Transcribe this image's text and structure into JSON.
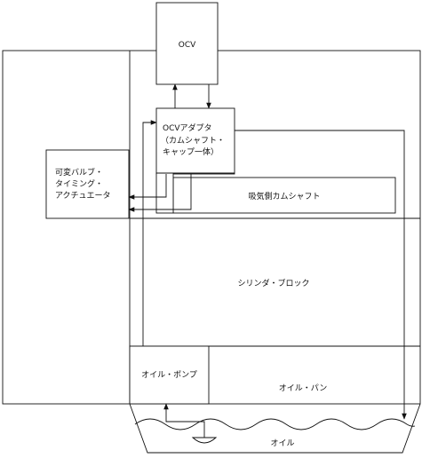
{
  "labels": {
    "ocv": "OCV",
    "ocv_adapter_line1": "OCVアダプタ",
    "ocv_adapter_line2": "（カムシャフト・",
    "ocv_adapter_line3": "キャップ一体）",
    "vvt_line1": "可変バルブ・",
    "vvt_line2": "タイミング・",
    "vvt_line3": "アクチュエータ",
    "intake_camshaft": "吸気側カムシャフト",
    "cylinder_block": "シリンダ・ブロック",
    "oil_pump": "オイル・ポンプ",
    "oil_pan": "オイル・パン",
    "oil": "オイル"
  },
  "colors": {
    "line": "#111111",
    "background": "#ffffff"
  }
}
